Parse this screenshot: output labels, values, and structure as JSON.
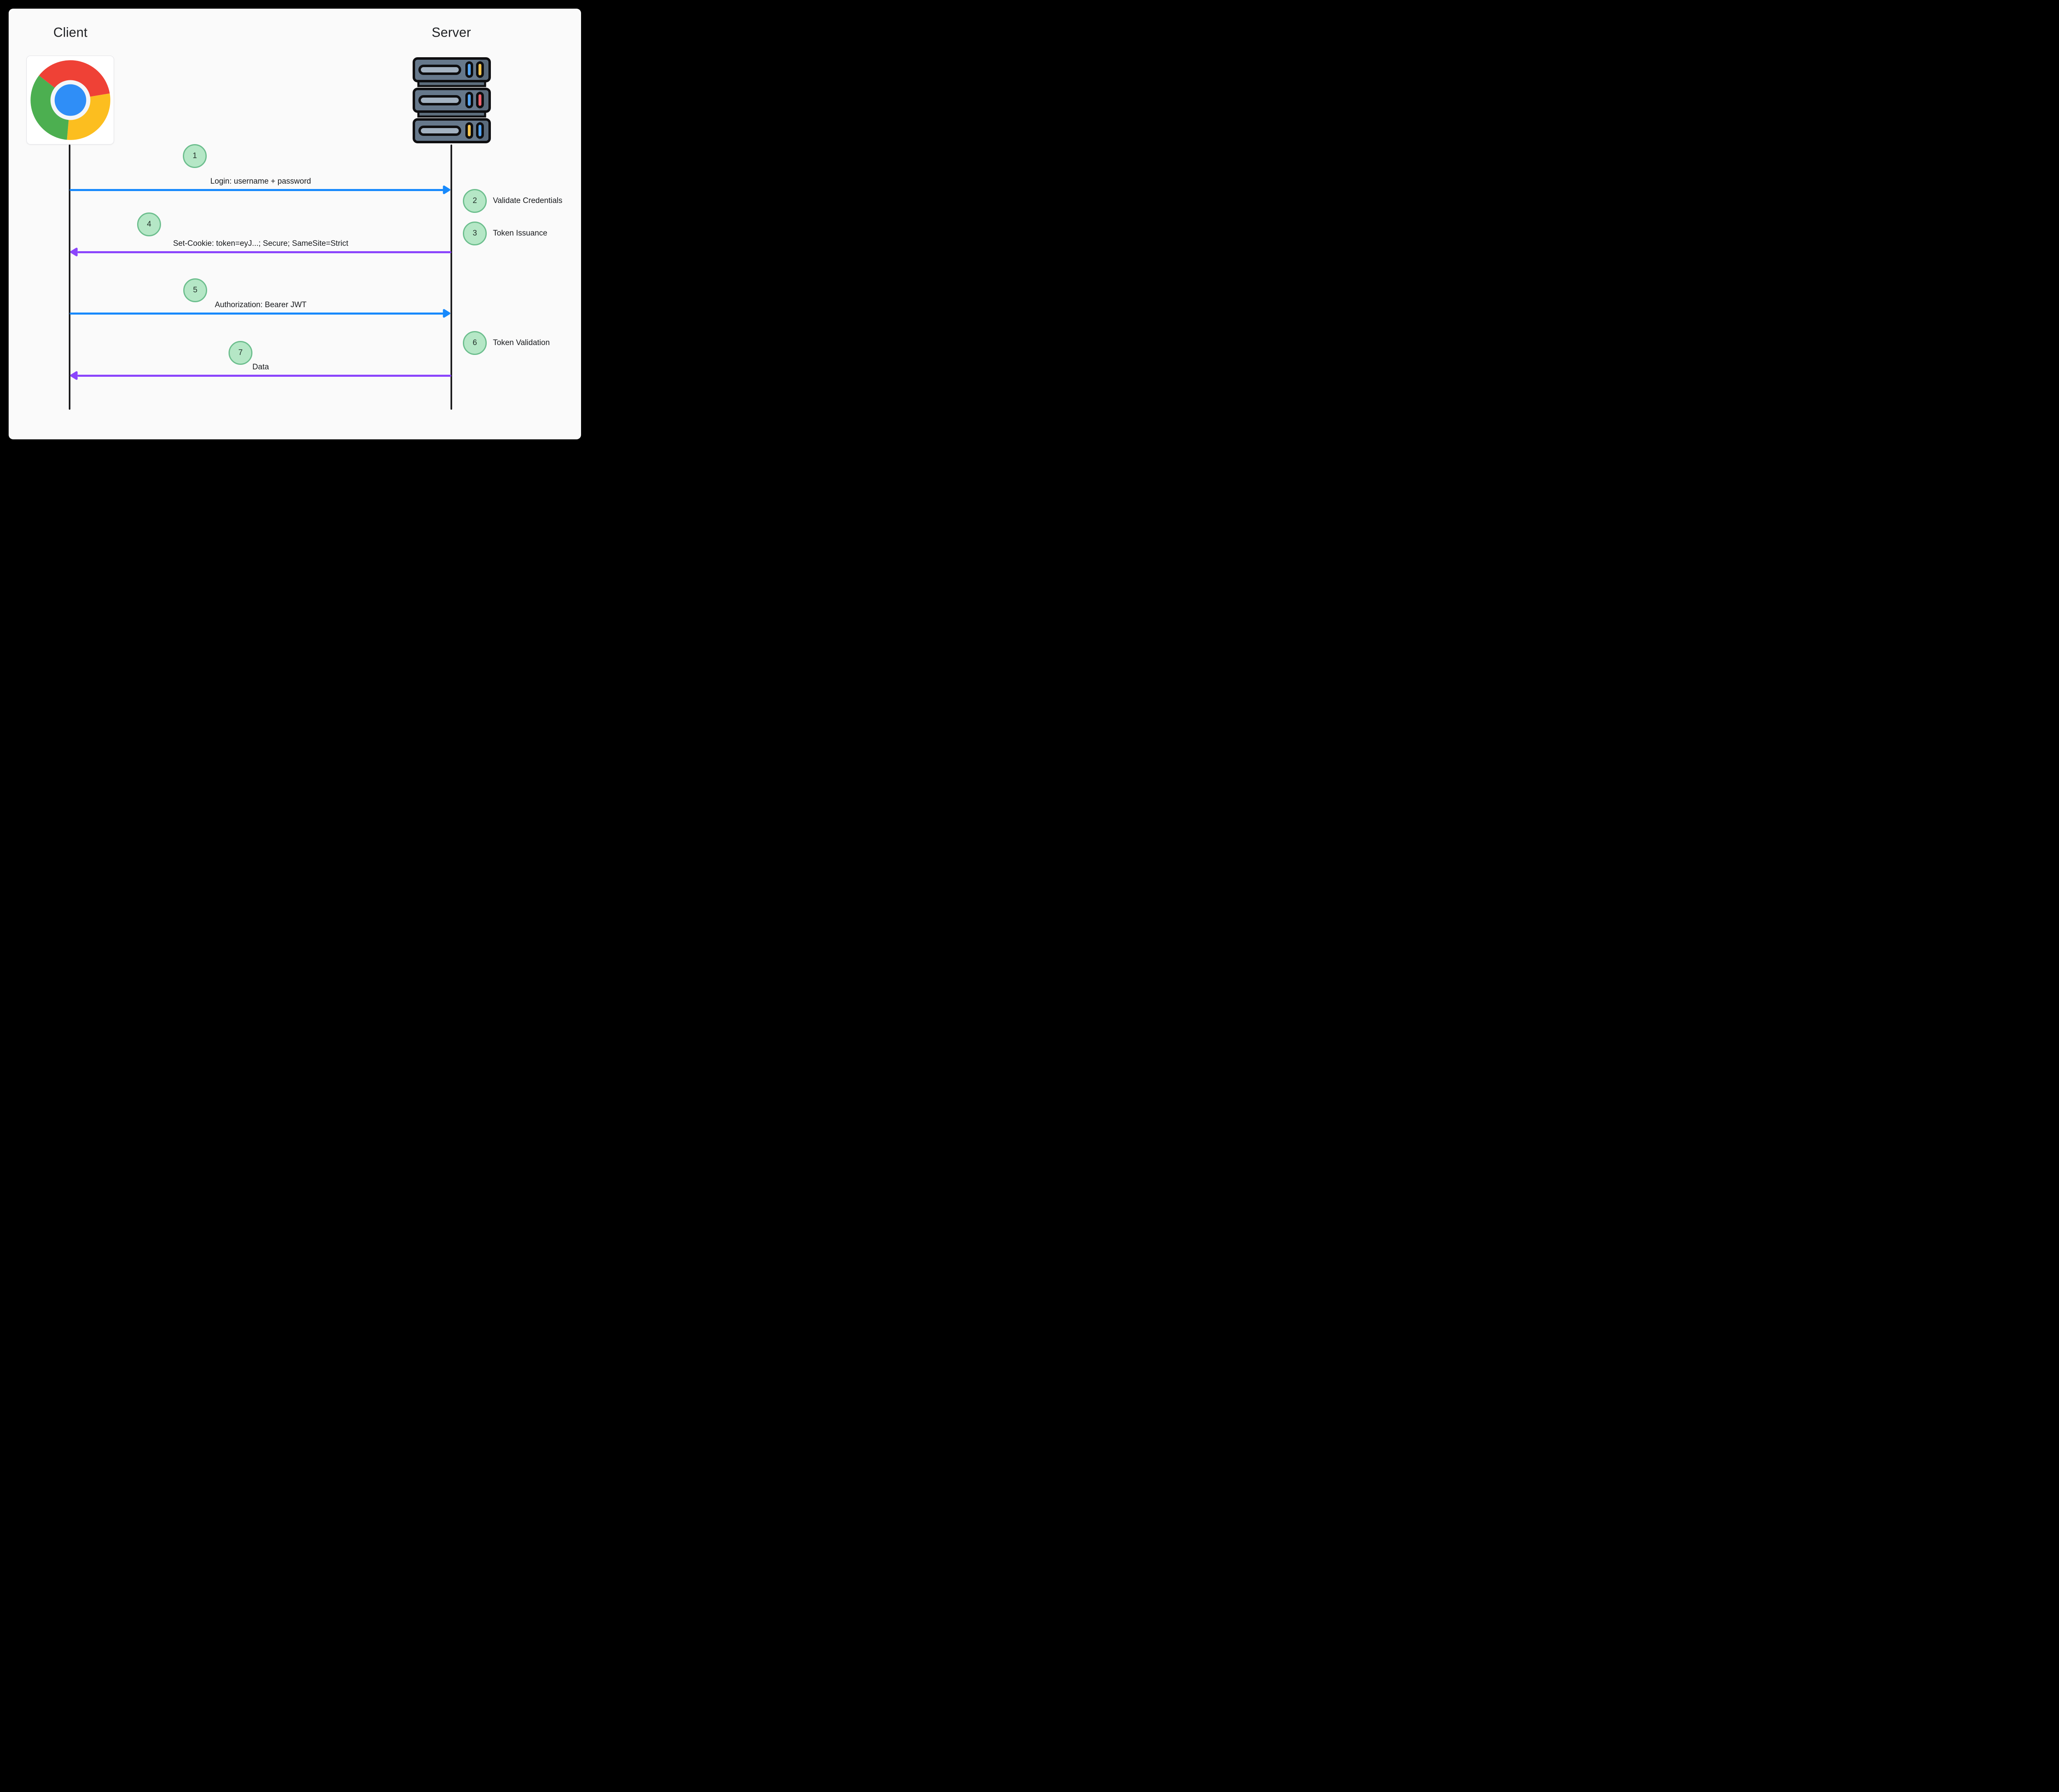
{
  "diagram_type": "sequence-diagram",
  "actors": {
    "client": {
      "title": "Client",
      "icon": "chrome-browser-icon"
    },
    "server": {
      "title": "Server",
      "icon": "server-rack-icon"
    }
  },
  "messages": [
    {
      "step": "1",
      "label": "Login: username + password",
      "direction": "client-to-server",
      "color": "#1789fc"
    },
    {
      "step": "4",
      "label": "Set-Cookie: token=eyJ...; Secure; SameSite=Strict",
      "direction": "server-to-client",
      "color": "#8b45fc"
    },
    {
      "step": "5",
      "label": "Authorization: Bearer JWT",
      "direction": "client-to-server",
      "color": "#1789fc"
    },
    {
      "step": "7",
      "label": "Data",
      "direction": "server-to-client",
      "color": "#8b45fc"
    }
  ],
  "server_steps": [
    {
      "step": "2",
      "label": "Validate Credentials"
    },
    {
      "step": "3",
      "label": "Token Issuance"
    },
    {
      "step": "6",
      "label": "Token Validation"
    }
  ],
  "colors": {
    "request_arrow": "#1789fc",
    "response_arrow": "#8b45fc",
    "step_circle_fill": "#b5e7c6",
    "step_circle_border": "#6cbe8d",
    "lifeline": "#1b1b1d",
    "canvas": "#fafafa",
    "frame": "#000000"
  }
}
